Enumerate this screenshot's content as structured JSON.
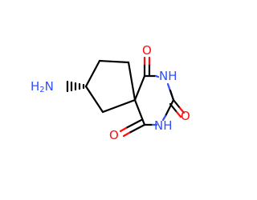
{
  "colors": {
    "background": "#ffffff",
    "bond": "#000000",
    "oxygen": "#ff0d0d",
    "nitrogen": "#3050f8"
  },
  "atoms": {
    "nh2": {
      "main": "H",
      "sub": "2",
      "tail": "N"
    },
    "o_top": "O",
    "nh_top": "NH",
    "o_right": "O",
    "nh_bottom": "NH",
    "o_bottom": "O"
  }
}
